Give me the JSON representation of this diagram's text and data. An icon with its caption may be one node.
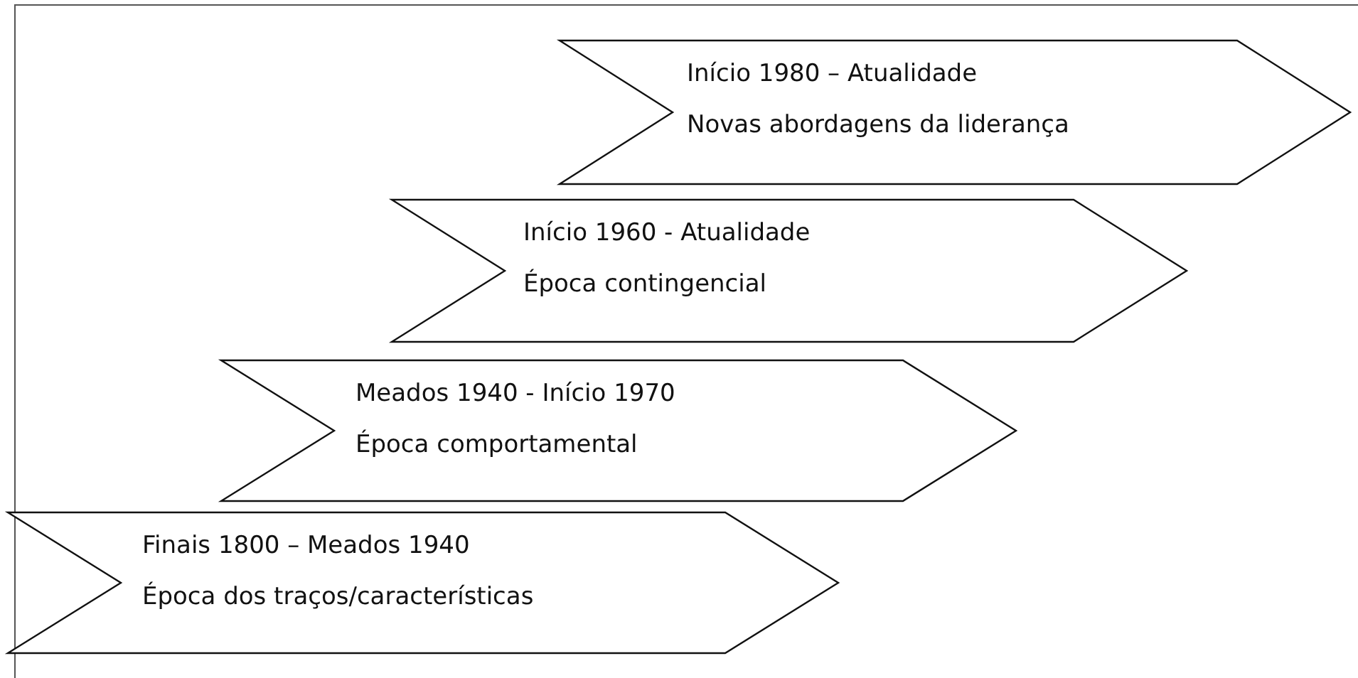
{
  "diagram": {
    "nodes": [
      {
        "text": [
          "Início 1980 – Atualidade",
          "Novas abordagens da liderança"
        ]
      },
      {
        "text": [
          "Início 1960 - Atualidade",
          "Época contingencial"
        ]
      },
      {
        "text": [
          "Meados 1940 - Início 1970",
          "Época comportamental"
        ]
      },
      {
        "text": [
          "Finais 1800 – Meados 1940",
          "Época dos traços/características"
        ]
      }
    ],
    "edges": []
  }
}
